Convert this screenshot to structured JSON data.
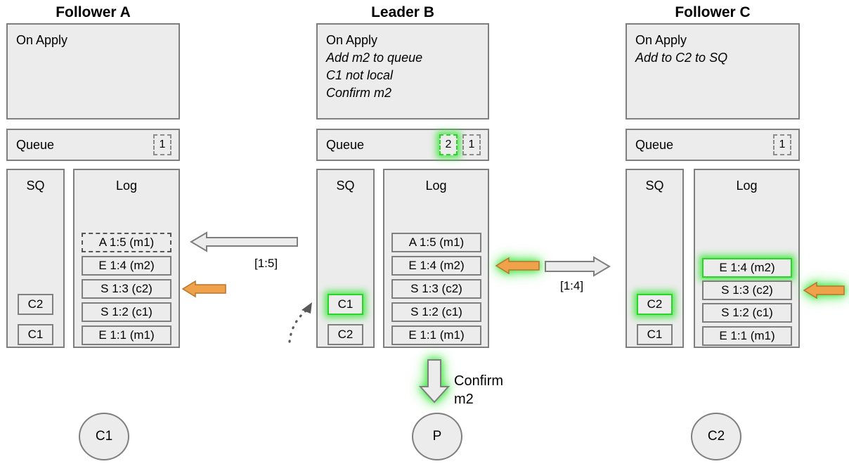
{
  "diagram": {
    "title_row": [
      {
        "label": "Follower A"
      },
      {
        "label": "Leader B"
      },
      {
        "label": "Follower C"
      }
    ],
    "colors": {
      "panel_fill": "#ececec",
      "panel_border": "#7f7f7f",
      "highlight_green": "#2bd32b",
      "arrow_orange": "#f0a24a",
      "arrow_gray_fill": "#ececec"
    },
    "nodes": [
      {
        "id": "follower-a",
        "title": "Follower A",
        "on_apply": {
          "header": "On Apply",
          "lines": []
        },
        "queue": {
          "label": "Queue",
          "badges": [
            {
              "value": "1",
              "highlighted": false
            }
          ]
        },
        "sq": {
          "header": "SQ",
          "items": [
            {
              "value": "C2",
              "highlighted": false
            },
            {
              "value": "C1",
              "highlighted": false
            }
          ]
        },
        "log": {
          "header": "Log",
          "entries": [
            {
              "value": "A 1:5 (m1)",
              "style": "dashed",
              "highlighted": false
            },
            {
              "value": "E 1:4 (m2)",
              "style": "solid",
              "highlighted": false
            },
            {
              "value": "S 1:3 (c2)",
              "style": "solid",
              "highlighted": false
            },
            {
              "value": "S 1:2 (c1)",
              "style": "solid",
              "highlighted": false
            },
            {
              "value": "E 1:1 (m1)",
              "style": "solid",
              "highlighted": false
            }
          ]
        },
        "client": "C1"
      },
      {
        "id": "leader-b",
        "title": "Leader B",
        "on_apply": {
          "header": "On Apply",
          "lines": [
            "Add m2 to queue",
            "C1 not local",
            "Confirm m2"
          ]
        },
        "queue": {
          "label": "Queue",
          "badges": [
            {
              "value": "2",
              "highlighted": true
            },
            {
              "value": "1",
              "highlighted": false
            }
          ]
        },
        "sq": {
          "header": "SQ",
          "items": [
            {
              "value": "C1",
              "highlighted": true
            },
            {
              "value": "C2",
              "highlighted": false
            }
          ]
        },
        "log": {
          "header": "Log",
          "entries": [
            {
              "value": "A 1:5 (m1)",
              "style": "solid",
              "highlighted": false
            },
            {
              "value": "E 1:4 (m2)",
              "style": "solid",
              "highlighted": false
            },
            {
              "value": "S 1:3 (c2)",
              "style": "solid",
              "highlighted": false
            },
            {
              "value": "S 1:2 (c1)",
              "style": "solid",
              "highlighted": false
            },
            {
              "value": "E 1:1 (m1)",
              "style": "solid",
              "highlighted": false
            }
          ]
        },
        "client": "P"
      },
      {
        "id": "follower-c",
        "title": "Follower C",
        "on_apply": {
          "header": "On Apply",
          "lines": [
            "Add to C2 to SQ"
          ]
        },
        "queue": {
          "label": "Queue",
          "badges": [
            {
              "value": "1",
              "highlighted": false
            }
          ]
        },
        "sq": {
          "header": "SQ",
          "items": [
            {
              "value": "C2",
              "highlighted": true
            },
            {
              "value": "C1",
              "highlighted": false
            }
          ]
        },
        "log": {
          "header": "Log",
          "entries": [
            {
              "value": "E 1:4 (m2)",
              "style": "solid",
              "highlighted": true
            },
            {
              "value": "S 1:3 (c2)",
              "style": "solid",
              "highlighted": false
            },
            {
              "value": "S 1:2 (c1)",
              "style": "solid",
              "highlighted": false
            },
            {
              "value": "E 1:1 (m1)",
              "style": "solid",
              "highlighted": false
            }
          ]
        },
        "client": "C2"
      }
    ],
    "arrows": {
      "replicate_to_a": {
        "label": "[1:5]",
        "direction": "left",
        "fill": "gray"
      },
      "replicate_to_c": {
        "label": "[1:4]",
        "direction": "right",
        "fill": "gray"
      },
      "commit_a": {
        "label": "",
        "direction": "left",
        "fill": "orange"
      },
      "commit_b": {
        "label": "",
        "direction": "left",
        "fill": "orange",
        "highlighted": true
      },
      "commit_c": {
        "label": "",
        "direction": "left",
        "fill": "orange",
        "highlighted": true
      },
      "confirm": {
        "label_line1": "Confirm",
        "label_line2": "m2",
        "direction": "down",
        "fill": "gray",
        "highlighted": true
      }
    }
  }
}
